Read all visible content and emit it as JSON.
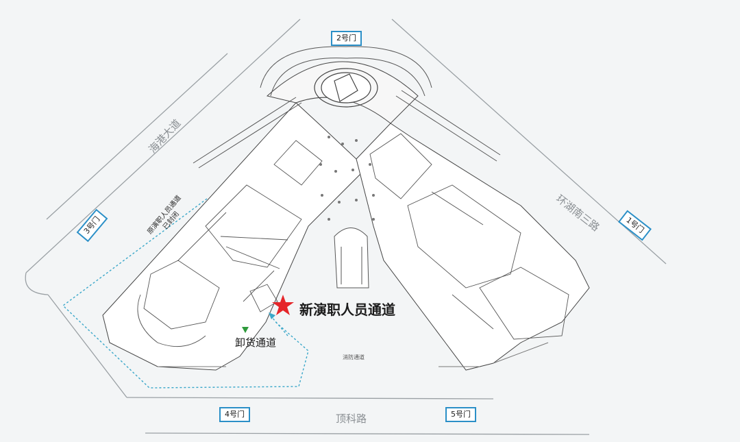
{
  "gates": {
    "gate2": "2号门",
    "gate1": "1号门",
    "gate3": "3号门",
    "gate4": "4号门",
    "gate5": "5号门"
  },
  "roads": {
    "haigang": "海港大道",
    "huanhu": "环湖南三路",
    "dingke": "顶科路"
  },
  "labels": {
    "old_passage_line1": "原演职人员通道",
    "old_passage_line2": "已封闭",
    "new_passage": "新演职人员通道",
    "unloading": "卸货通道",
    "center_small": "消防通道"
  },
  "colors": {
    "gate_border": "#2a8fc7",
    "star": "#e5262a",
    "unload_marker": "#2e9a3c",
    "dashed_route": "#3aa7c9",
    "road_line": "#9aa0a4"
  },
  "icons": {
    "star": "red-star-icon",
    "triangle": "green-triangle-icon",
    "arrow": "blue-dashed-arrow-icon"
  }
}
